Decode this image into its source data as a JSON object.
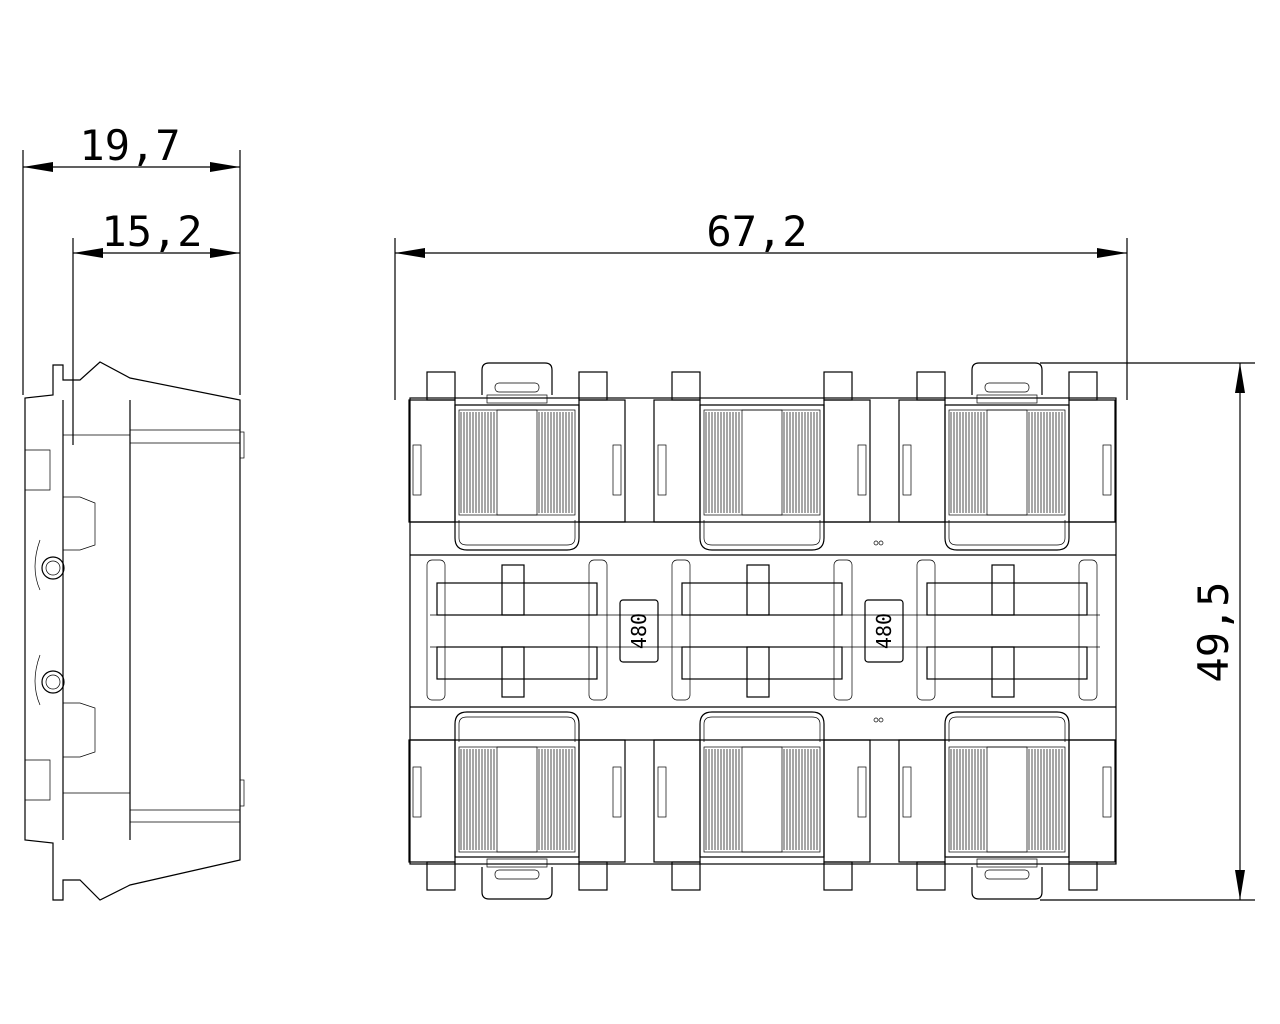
{
  "dimensions": {
    "overall_depth": "19,7",
    "body_depth": "15,2",
    "width": "67,2",
    "height": "49,5"
  },
  "part_marking": "480",
  "views": [
    "side-view",
    "front-view"
  ]
}
